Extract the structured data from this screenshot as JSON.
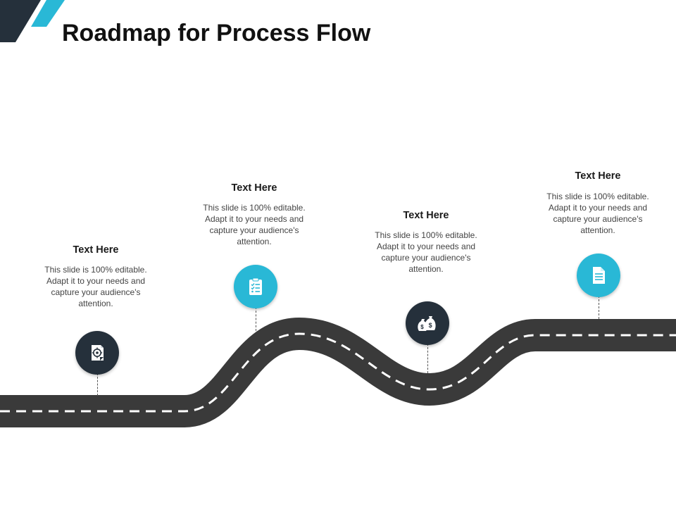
{
  "title": "Roadmap for Process Flow",
  "colors": {
    "dark": "#25303b",
    "accent": "#29b8d6",
    "road": "#3a3a3a",
    "lane": "#ffffff"
  },
  "steps": [
    {
      "heading": "Text Here",
      "text": "This slide is 100% editable. Adapt it to your needs and capture your audience's attention.",
      "icon": "target-document-icon",
      "style": "dark"
    },
    {
      "heading": "Text Here",
      "text": "This slide is 100% editable. Adapt it to your needs and capture your audience's attention.",
      "icon": "clipboard-checklist-icon",
      "style": "accent"
    },
    {
      "heading": "Text Here",
      "text": "This slide is 100% editable. Adapt it to your needs and capture your audience's attention.",
      "icon": "money-bags-icon",
      "style": "dark"
    },
    {
      "heading": "Text Here",
      "text": "This slide is 100% editable. Adapt it to your needs and capture your audience's attention.",
      "icon": "document-icon",
      "style": "accent"
    }
  ]
}
